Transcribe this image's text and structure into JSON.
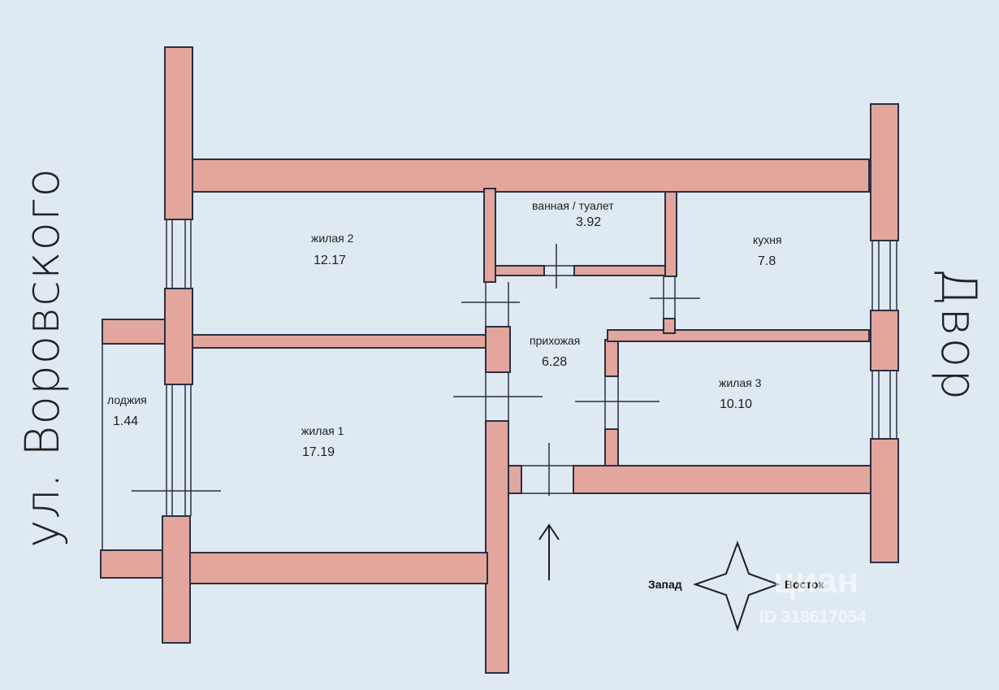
{
  "rooms": [
    {
      "id": "living2",
      "name": "жилая 2",
      "area": "12.17"
    },
    {
      "id": "bathroom",
      "name": "ванная / туалет",
      "area": "3.92"
    },
    {
      "id": "kitchen",
      "name": "кухня",
      "area": "7.8"
    },
    {
      "id": "hallway",
      "name": "прихожая",
      "area": "6.28"
    },
    {
      "id": "living3",
      "name": "жилая 3",
      "area": "10.10"
    },
    {
      "id": "loggia",
      "name": "лоджия",
      "area": "1.44"
    },
    {
      "id": "living1",
      "name": "жилая 1",
      "area": "17.19"
    }
  ],
  "street_label": "ул. Воровского",
  "yard_label": "Двор",
  "compass": {
    "west": "Запад",
    "east": "Восток"
  },
  "watermark": {
    "brand": "циан",
    "id": "ID 318617054"
  },
  "colors": {
    "wall_fill": "#e2a69c",
    "wall_outline": "#2a2f45",
    "paper": "#dfe9f1"
  }
}
